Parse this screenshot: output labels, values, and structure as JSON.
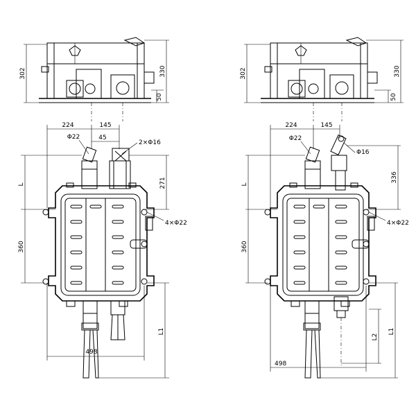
{
  "left_view": {
    "dims": {
      "d302": "302",
      "d330": "330",
      "d50": "50",
      "d224": "224",
      "d145": "145",
      "d45": "45",
      "phi22": "Φ22",
      "holes16": "2×Φ16",
      "d271": "271",
      "dL": "L",
      "d360": "360",
      "holes22": "4×Φ22",
      "dL1": "L1",
      "d498": "498"
    }
  },
  "right_view": {
    "dims": {
      "d302": "302",
      "d330": "330",
      "d50": "50",
      "d224": "224",
      "d145": "145",
      "phi22": "Φ22",
      "phi16": "Φ16",
      "d336": "336",
      "dL": "L",
      "d360": "360",
      "holes22": "4×Φ22",
      "dL2": "L2",
      "dL1": "L1",
      "d498": "498"
    }
  }
}
